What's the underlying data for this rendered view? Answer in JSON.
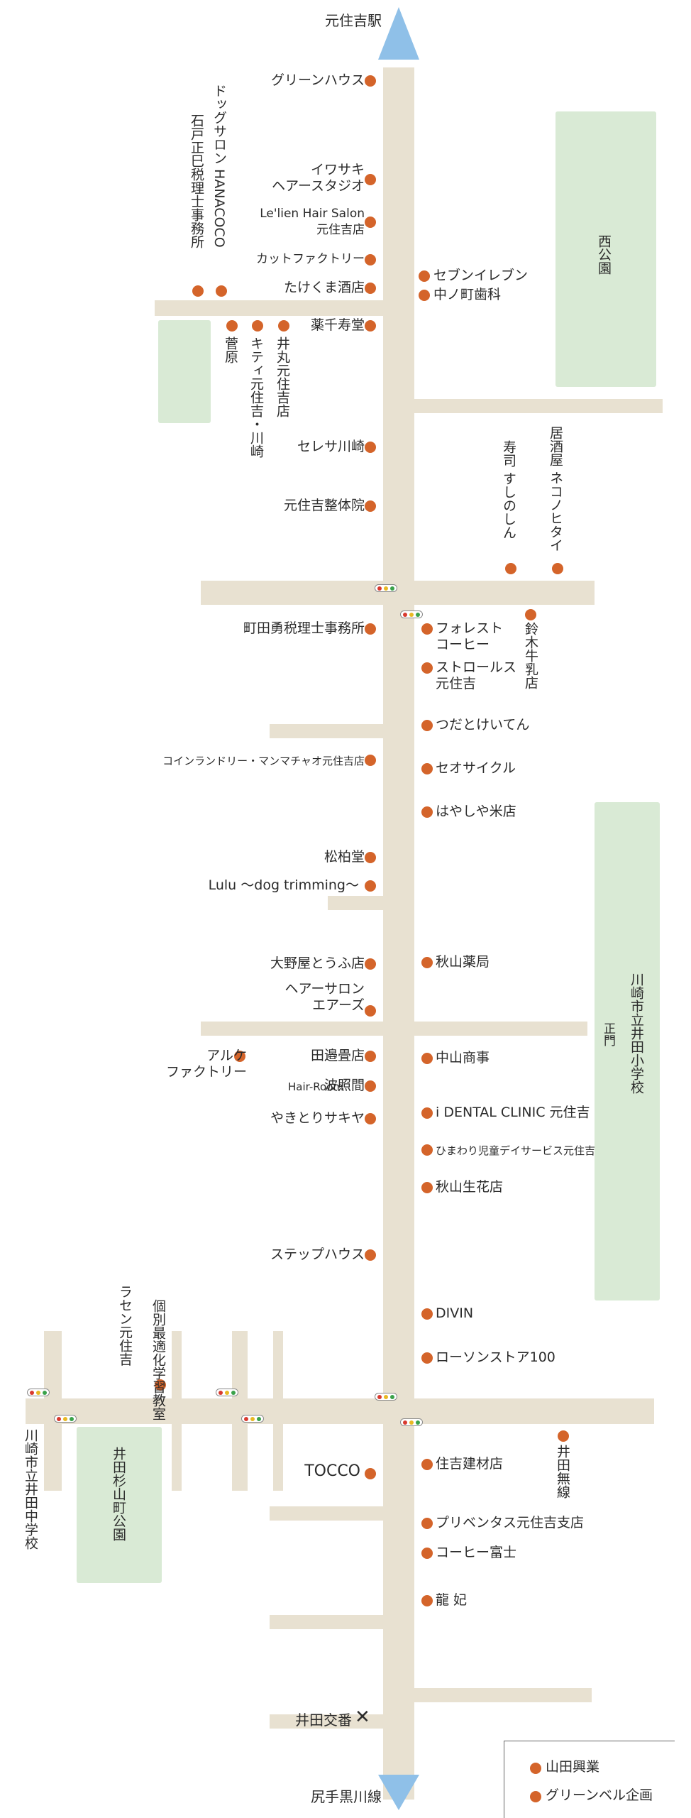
{
  "north": "元住吉駅",
  "south": "尻手黒川線",
  "koban": "井田交番",
  "koban_icon": "cross-icon",
  "parks": {
    "nishi": "西公園",
    "ida_sugiyama": "井田杉山町公園",
    "ida_elem": "川崎市立井田小学校",
    "ida_elem_gate": "正門",
    "ida_jh": "川崎市立井田中学校"
  },
  "shops": {
    "green_house": "グリーンハウス",
    "iwasaki": "イワサキ\nヘアースタジオ",
    "lelien": "Le'lien Hair Salon\n元住吉店",
    "cut_factory": "カットファクトリー",
    "takekuma": "たけくま酒店",
    "yakusen": "薬千寿堂",
    "seven": "セブンイレブン",
    "nakanomachi_dental": "中ノ町歯科",
    "dog_salon": "ドッグサロン HANACOCO",
    "ishido": "石戸正巳税理士事務所",
    "sugawara": "菅原",
    "kitty": "キティ元住吉・川崎",
    "idomaru": "井丸元住吉店",
    "seresa": "セレサ川崎",
    "seitai": "元住吉整体院",
    "sushi": "寿司 すしのしん",
    "izakaya": "居酒屋 ネコノヒタイ",
    "machida": "町田勇税理士事務所",
    "forest": "フォレスト\nコーヒー",
    "stroller": "ストロールス\n元住吉",
    "suzuki_milk": "鈴木牛乳店",
    "tsudato": "つだとけいてん",
    "laundry": "コインランドリー・マンマチャオ元住吉店",
    "seo_cycle": "セオサイクル",
    "hayashiya": "はやしや米店",
    "shohakudo": "松柏堂",
    "lulu": "Lulu ～dog trimming～",
    "onoya": "大野屋とうふ店",
    "akiyama_pharm": "秋山薬局",
    "hair_airs": "ヘアーサロン\nエアーズ",
    "arche": "アルケ\nファクトリー",
    "tanabe": "田邉畳店",
    "nakayama": "中山商事",
    "hair_room": "Hair-Room",
    "hair_room_name": "波照間",
    "yakitori": "やきとりサキヤ",
    "idental": "i DENTAL CLINIC 元住吉",
    "himawari": "ひまわり児童デイサービス元住吉",
    "akiyama_flower": "秋山生花店",
    "step_house": "ステップハウス",
    "divin": "DIVIN",
    "lawson": "ローソンストア100",
    "kobetsu": "個別最適化学習教室",
    "rasen": "ラセン元住吉",
    "tocco": "TOCCO",
    "sumiyoshi_kenzai": "住吉建材店",
    "ida_musen": "井田無線",
    "preventus": "プリベンタス元住吉支店",
    "coffee_fuji": "コーヒー富士",
    "ryuhi": "龍 妃"
  },
  "legend": [
    {
      "label": "山田興業",
      "color": "#d4642a"
    },
    {
      "label": "グリーンベル企画",
      "color": "#d4642a"
    }
  ],
  "colors": {
    "road": "#e8e1d1",
    "park": "#d9ead5",
    "dot": "#d4642a",
    "arrow": "#8fc0e8"
  }
}
